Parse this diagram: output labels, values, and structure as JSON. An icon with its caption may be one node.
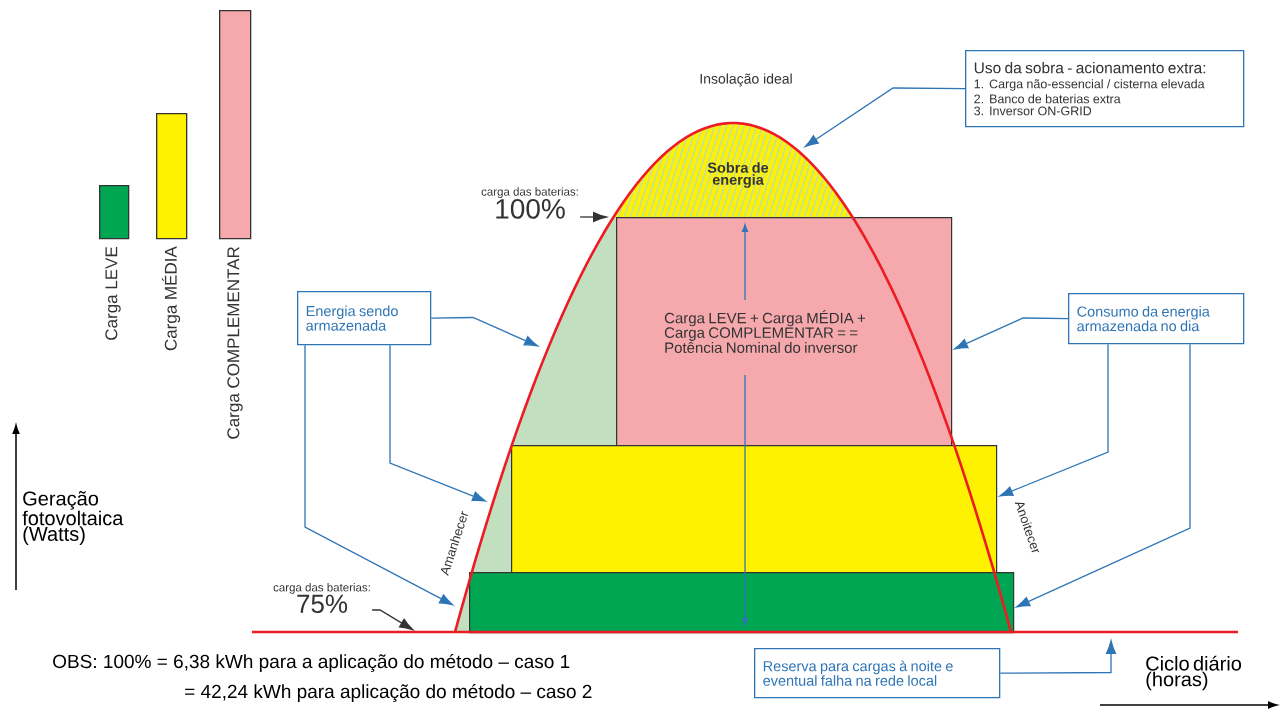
{
  "diagram": {
    "nodes": [
      {
        "text": [],
        "shape": "bar",
        "beside": [
          "Carga LEVE"
        ]
      },
      {
        "text": [],
        "shape": "bar",
        "beside": [
          "Carga MÉDIA"
        ]
      },
      {
        "text": [],
        "shape": "bar",
        "beside": [
          "Carga COMPLEMENTAR"
        ]
      },
      {
        "text": [
          "Uso da sobra - acionamento extra:",
          "1. Carga não-essencial / cisterna elevada",
          "2. Banco de baterias extra",
          "3. Inversor ON-GRID"
        ]
      },
      {
        "text": [
          "Sobra de energia"
        ]
      },
      {
        "text": [
          "Energia sendo armazenada"
        ]
      },
      {
        "text": [
          "Carga LEVE + Carga MÉDIA + Carga COMPLEMENTAR = = Potência Nominal do inversor"
        ]
      },
      {
        "text": [],
        "shape": "box"
      },
      {
        "text": [],
        "shape": "box"
      },
      {
        "text": [
          "Consumo da energia armazenada no dia"
        ]
      },
      {
        "text": [
          "Reserva para cargas à noite e eventual falha na rede local"
        ]
      },
      {
        "text": [
          "carga das baterias:",
          "100%"
        ]
      },
      {
        "text": [
          "carga das baterias:",
          "75%"
        ]
      },
      {
        "text": [],
        "shape": "area"
      }
    ],
    "edges": [
      {
        "from": 3,
        "to": 4,
        "arrow": "to"
      },
      {
        "from": 5,
        "to": 13,
        "arrow": "to"
      },
      {
        "from": 5,
        "to": 13,
        "arrow": "to"
      },
      {
        "from": 5,
        "to": 13,
        "arrow": "to"
      },
      {
        "from": 9,
        "to": 6,
        "arrow": "to"
      },
      {
        "from": 9,
        "to": 7,
        "arrow": "to"
      },
      {
        "from": 9,
        "to": 8,
        "arrow": "to"
      },
      {
        "from": 10,
        "to": null,
        "arrow": "to"
      },
      {
        "from": 11,
        "to": null,
        "arrow": "to",
        "color": "#333333"
      },
      {
        "from": 12,
        "to": null,
        "arrow": "to",
        "color": "#333333"
      }
    ],
    "labels": [
      "Insolação ideal",
      "Amanhecer",
      "Anoitecer",
      "Geração fotovoltaica (Watts)",
      "Ciclo diário (horas)",
      "OBS: 100% = 6,38 kWh para a aplicação do método – caso 1",
      "= 42,24 kWh para aplicação do método – caso 2"
    ]
  }
}
